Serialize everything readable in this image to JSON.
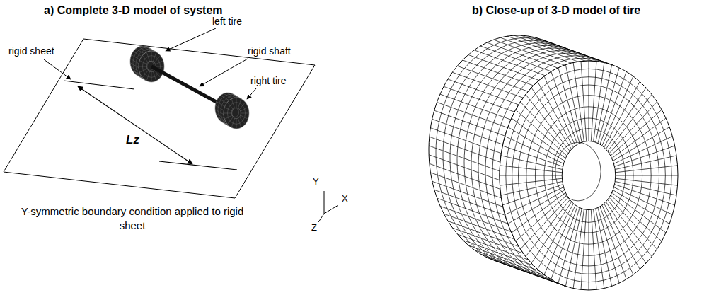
{
  "diagram": {
    "labels": [
      "a) Complete 3-D model of system",
      "b) Close-up of 3-D model of tire",
      "rigid sheet",
      "left tire",
      "rigid shaft",
      "right tire",
      "Lz",
      "Y",
      "X",
      "Z",
      "Y-symmetric boundary condition applied to rigid sheet"
    ]
  }
}
